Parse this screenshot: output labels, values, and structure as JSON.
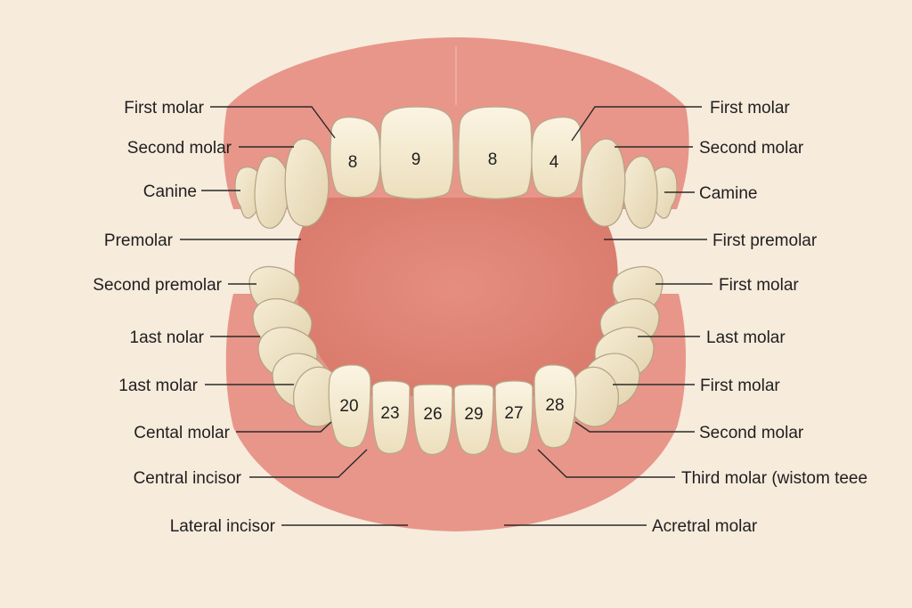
{
  "colors": {
    "background": "#f7ebdc",
    "gum": "#e79385",
    "gum_dark": "#d9786c",
    "mouth": "#e4897b",
    "tooth": "#f4ead0"
  },
  "left_labels": [
    "First molar",
    "Second molar",
    "Canine",
    "Premolar",
    "Second premolar",
    "1ast nolar",
    "1ast molar",
    "Cental molar",
    "Central incisor",
    "Lateral incisor"
  ],
  "right_labels": [
    "First molar",
    "Second molar",
    "Camine",
    "First premolar",
    "First molar",
    "Last molar",
    "First molar",
    "Second molar",
    "Third molar (wistom teee",
    "Acretral molar"
  ],
  "upper_numbers": [
    "8",
    "9",
    "8",
    "4"
  ],
  "lower_numbers": [
    "20",
    "23",
    "26",
    "29",
    "27",
    "28"
  ]
}
